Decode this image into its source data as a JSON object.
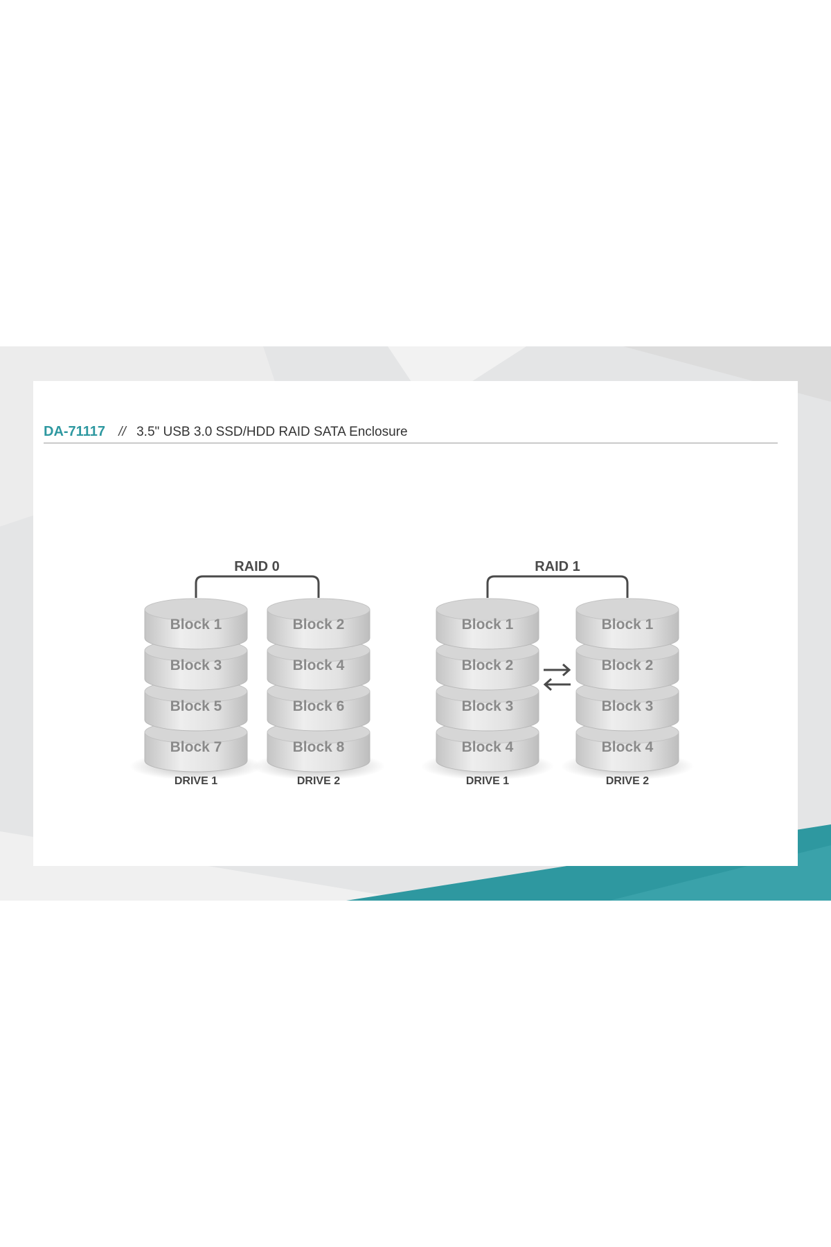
{
  "header": {
    "model": "DA-71117",
    "separator": "//",
    "subtitle": "3.5\" USB 3.0 SSD/HDD RAID SATA Enclosure"
  },
  "raid0": {
    "label": "RAID 0",
    "drives": [
      {
        "name": "DRIVE 1",
        "blocks": [
          "Block 1",
          "Block 3",
          "Block 5",
          "Block 7"
        ]
      },
      {
        "name": "DRIVE 2",
        "blocks": [
          "Block 2",
          "Block 4",
          "Block 6",
          "Block 8"
        ]
      }
    ]
  },
  "raid1": {
    "label": "RAID 1",
    "drives": [
      {
        "name": "DRIVE 1",
        "blocks": [
          "Block 1",
          "Block 2",
          "Block 3",
          "Block 4"
        ]
      },
      {
        "name": "DRIVE 2",
        "blocks": [
          "Block 1",
          "Block 2",
          "Block 3",
          "Block 4"
        ]
      }
    ]
  },
  "colors": {
    "accent_teal": "#2e98a0",
    "disk_gray": "#d9d9d9",
    "block_text": "#8a8a8a"
  }
}
